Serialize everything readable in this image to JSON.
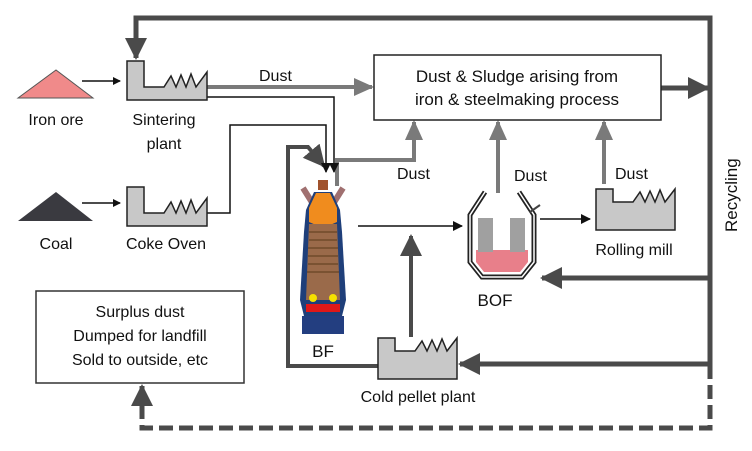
{
  "nodes": {
    "iron_ore": "Iron ore",
    "coal": "Coal",
    "sintering_plant": [
      "Sintering",
      "plant"
    ],
    "coke_oven": "Coke Oven",
    "bf": "BF",
    "bof": "BOF",
    "rolling_mill": "Rolling mill",
    "cold_pellet_plant": "Cold pellet plant",
    "dust_box": [
      "Dust & Sludge arising from",
      "iron & steelmaking process"
    ],
    "surplus_box": [
      "Surplus dust",
      "Dumped for landfill",
      "Sold to outside, etc"
    ]
  },
  "labels": {
    "dust_sinter": "Dust",
    "dust_bf": "Dust",
    "dust_bof": "Dust",
    "dust_rolling": "Dust",
    "recycling": "Recycling"
  },
  "colors": {
    "iron_ore": "#f08a8a",
    "coal": "#3a3a40",
    "plant": "#c8c8c8",
    "dust_arrow": "#7a7a7a",
    "recycle_arrow": "#4a4a4a"
  }
}
